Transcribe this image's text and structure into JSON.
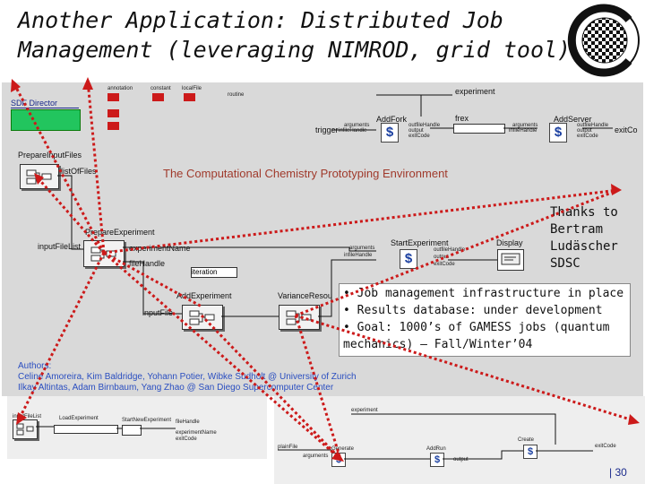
{
  "slide": {
    "title_line1": "Another Application: Distributed Job",
    "title_line2": "Management (leveraging NIMROD, grid tool)",
    "page_number": "30"
  },
  "workflow": {
    "director_label": "SDF Director",
    "center_title": "The Computational Chemistry Prototyping Environment",
    "top_port": "experiment",
    "trigger_label": "trigger",
    "nodes": {
      "prepare_input_files": "PrepareInputFiles",
      "prepare_experiment": "PrepareExperiment",
      "start_experiment": "StartExperiment",
      "add_experiment": "AddExperiment",
      "variance_resource": "VarianceResou",
      "display": "Display",
      "add_fork": "AddFork",
      "add_server": "AddServer",
      "frex": "frex",
      "exit_code_right": "exitCo"
    },
    "ports": {
      "list_of_files": "listOfFiles",
      "input_file_list": "inputFileList",
      "experiment_name": "experimentName",
      "file_handle": "fileHandle",
      "iteration": "iteration",
      "input_file": "inputFile",
      "arguments": "arguments",
      "infile_handle": "infileHandle",
      "outfile_handle": "outfileHandle",
      "output": "output",
      "exit_code": "exitCode"
    },
    "library": [
      "annotation",
      "constant",
      "localFile",
      "routine"
    ],
    "authors_heading": "Authors:",
    "authors_line1": "Celine Amoreira, Kim Baldridge, Yohann Potier, Wibke Sudholt @ University of Zurich",
    "authors_line2": "Ilkay Altintas, Adam Birnbaum, Yang Zhao @ San Diego Supercomputer Center"
  },
  "thanks": [
    "Thanks to",
    "Bertram",
    "Ludäscher",
    "SDSC"
  ],
  "bullets": [
    "• Job management infrastructure in place",
    "• Results database: under development",
    "• Goal: 1000’s of GAMESS jobs (quantum",
    "mechanics) – Fall/Winter’04"
  ],
  "bottom_left": {
    "labels": [
      "inputFileList",
      "LoadExperiment",
      "StartNewExperiment",
      "fileHandle",
      "experimentName",
      "exitCode"
    ]
  },
  "bottom_right": {
    "labels": [
      "experiment",
      "plainFile",
      "Generate",
      "AddRun",
      "Create",
      "exitCode",
      "arguments",
      "output"
    ]
  },
  "colors": {
    "canvas": "#d9d9d9",
    "director": "#22c55e",
    "arrows": "#cc1a1a",
    "author_text": "#2a4ec0",
    "title_accent": "#a03a2c"
  }
}
